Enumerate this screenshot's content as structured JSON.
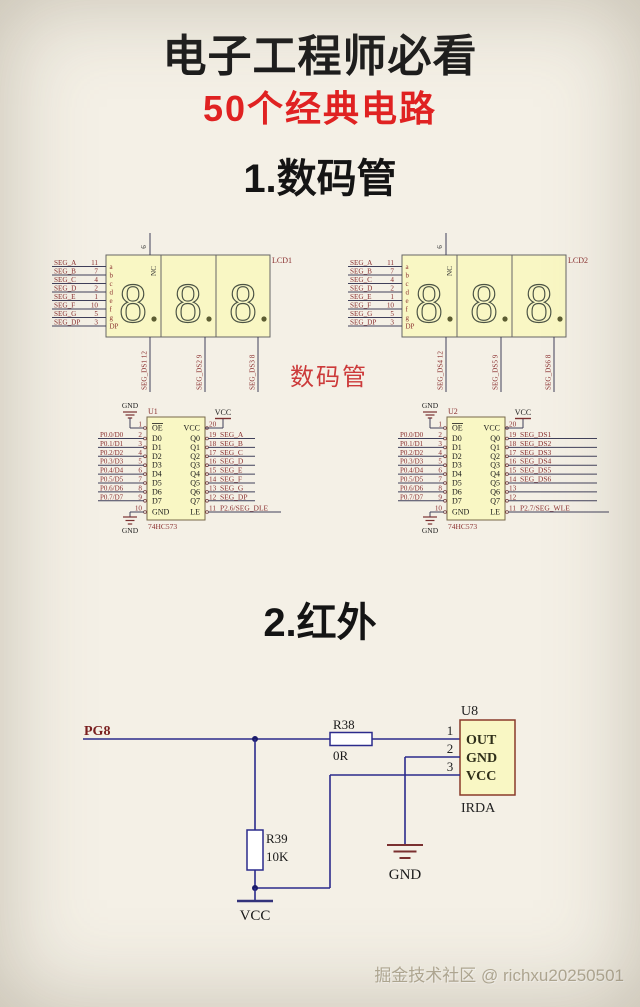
{
  "header": {
    "title": "电子工程师必看",
    "subtitle": "50个经典电路",
    "section1": "1.数码管",
    "section2": "2.红外",
    "seg_caption": "数码管",
    "watermark": "掘金技术社区 @ richxu20250501"
  },
  "colors": {
    "background": "#f4f0e6",
    "title_black": "#1c1c1c",
    "accent_red": "#e02222",
    "caption_red": "#cc3a3a",
    "maroon_label": "#8a3030",
    "schematic_wire": "#3f3f5a",
    "ir_wire": "#2b2b8c",
    "component_fill": "#f9f7c4",
    "component_border": "#77684a",
    "digit_green": "#4a5244",
    "power_red": "#7a3030",
    "watermark_gray": "#b3ab96"
  },
  "lcd_modules": [
    {
      "ref": "LCD1",
      "digit": "8",
      "left_pins": [
        {
          "name": "SEG_A",
          "num": "11"
        },
        {
          "name": "SEG_B",
          "num": "7"
        },
        {
          "name": "SEG_C",
          "num": "4"
        },
        {
          "name": "SEG_D",
          "num": "2"
        },
        {
          "name": "SEG_E",
          "num": "1"
        },
        {
          "name": "SEG_F",
          "num": "10"
        },
        {
          "name": "SEG_G",
          "num": "5"
        },
        {
          "name": "SEG_DP",
          "num": "3"
        }
      ],
      "inner_segments": [
        "a",
        "b",
        "c",
        "d",
        "e",
        "f",
        "g",
        "DP"
      ],
      "top_pin": {
        "num": "6",
        "label": "NC"
      },
      "bottom_pins": [
        {
          "name": "SEG_DS1",
          "num": "12"
        },
        {
          "name": "SEG_DS2",
          "num": "9"
        },
        {
          "name": "SEG_DS3",
          "num": "8"
        }
      ]
    },
    {
      "ref": "LCD2",
      "digit": "8",
      "left_pins": [
        {
          "name": "SEG_A",
          "num": "11"
        },
        {
          "name": "SEG_B",
          "num": "7"
        },
        {
          "name": "SEG_C",
          "num": "4"
        },
        {
          "name": "SEG_D",
          "num": "2"
        },
        {
          "name": "SEG_E",
          "num": "1"
        },
        {
          "name": "SEG_F",
          "num": "10"
        },
        {
          "name": "SEG_G",
          "num": "5"
        },
        {
          "name": "SEG_DP",
          "num": "3"
        }
      ],
      "inner_segments": [
        "a",
        "b",
        "c",
        "d",
        "e",
        "f",
        "g",
        "DP"
      ],
      "top_pin": {
        "num": "6",
        "label": "NC"
      },
      "bottom_pins": [
        {
          "name": "SEG_DS4",
          "num": "12"
        },
        {
          "name": "SEG_DS5",
          "num": "9"
        },
        {
          "name": "SEG_DS6",
          "num": "8"
        }
      ]
    }
  ],
  "latch_ics": [
    {
      "ref": "U1",
      "part": "74HC573",
      "gnd_top": "GND",
      "gnd_bottom": "GND",
      "vcc_top": "VCC",
      "left_pins": [
        {
          "num": "1",
          "inner": "OE",
          "outer": "",
          "overline": true
        },
        {
          "num": "2",
          "inner": "D0",
          "outer": "P0.0/D0"
        },
        {
          "num": "3",
          "inner": "D1",
          "outer": "P0.1/D1"
        },
        {
          "num": "4",
          "inner": "D2",
          "outer": "P0.2/D2"
        },
        {
          "num": "5",
          "inner": "D3",
          "outer": "P0.3/D3"
        },
        {
          "num": "6",
          "inner": "D4",
          "outer": "P0.4/D4"
        },
        {
          "num": "7",
          "inner": "D5",
          "outer": "P0.5/D5"
        },
        {
          "num": "8",
          "inner": "D6",
          "outer": "P0.6/D6"
        },
        {
          "num": "9",
          "inner": "D7",
          "outer": "P0.7/D7"
        },
        {
          "num": "10",
          "inner": "GND",
          "outer": ""
        }
      ],
      "right_pins": [
        {
          "num": "20",
          "inner": "VCC",
          "outer": ""
        },
        {
          "num": "19",
          "inner": "Q0",
          "outer": "SEG_A"
        },
        {
          "num": "18",
          "inner": "Q1",
          "outer": "SEG_B"
        },
        {
          "num": "17",
          "inner": "Q2",
          "outer": "SEG_C"
        },
        {
          "num": "16",
          "inner": "Q3",
          "outer": "SEG_D"
        },
        {
          "num": "15",
          "inner": "Q4",
          "outer": "SEG_E"
        },
        {
          "num": "14",
          "inner": "Q5",
          "outer": "SEG_F"
        },
        {
          "num": "13",
          "inner": "Q6",
          "outer": "SEG_G"
        },
        {
          "num": "12",
          "inner": "Q7",
          "outer": "SEG_DP"
        },
        {
          "num": "11",
          "inner": "LE",
          "outer": "P2.6/SEG_DLE"
        }
      ]
    },
    {
      "ref": "U2",
      "part": "74HC573",
      "gnd_top": "GND",
      "gnd_bottom": "GND",
      "vcc_top": "VCC",
      "left_pins": [
        {
          "num": "1",
          "inner": "OE",
          "outer": "",
          "overline": true
        },
        {
          "num": "2",
          "inner": "D0",
          "outer": "P0.0/D0"
        },
        {
          "num": "3",
          "inner": "D1",
          "outer": "P0.1/D1"
        },
        {
          "num": "4",
          "inner": "D2",
          "outer": "P0.2/D2"
        },
        {
          "num": "5",
          "inner": "D3",
          "outer": "P0.3/D3"
        },
        {
          "num": "6",
          "inner": "D4",
          "outer": "P0.4/D4"
        },
        {
          "num": "7",
          "inner": "D5",
          "outer": "P0.5/D5"
        },
        {
          "num": "8",
          "inner": "D6",
          "outer": "P0.6/D6"
        },
        {
          "num": "9",
          "inner": "D7",
          "outer": "P0.7/D7"
        },
        {
          "num": "10",
          "inner": "GND",
          "outer": ""
        }
      ],
      "right_pins": [
        {
          "num": "20",
          "inner": "VCC",
          "outer": ""
        },
        {
          "num": "19",
          "inner": "Q0",
          "outer": "SEG_DS1"
        },
        {
          "num": "18",
          "inner": "Q1",
          "outer": "SEG_DS2"
        },
        {
          "num": "17",
          "inner": "Q2",
          "outer": "SEG_DS3"
        },
        {
          "num": "16",
          "inner": "Q3",
          "outer": "SEG_DS4"
        },
        {
          "num": "15",
          "inner": "Q4",
          "outer": "SEG_DS5"
        },
        {
          "num": "14",
          "inner": "Q5",
          "outer": "SEG_DS6"
        },
        {
          "num": "13",
          "inner": "Q6",
          "outer": ""
        },
        {
          "num": "12",
          "inner": "Q7",
          "outer": ""
        },
        {
          "num": "11",
          "inner": "LE",
          "outer": "P2.7/SEG_WLE"
        }
      ]
    }
  ],
  "ir_circuit": {
    "net": "PG8",
    "r38": {
      "ref": "R38",
      "value": "0R"
    },
    "r39": {
      "ref": "R39",
      "value": "10K"
    },
    "u8": {
      "ref": "U8",
      "part": "IRDA",
      "pins": [
        {
          "num": "1",
          "name": "OUT"
        },
        {
          "num": "2",
          "name": "GND"
        },
        {
          "num": "3",
          "name": "VCC"
        }
      ]
    },
    "vcc_label": "VCC",
    "gnd_label": "GND"
  }
}
